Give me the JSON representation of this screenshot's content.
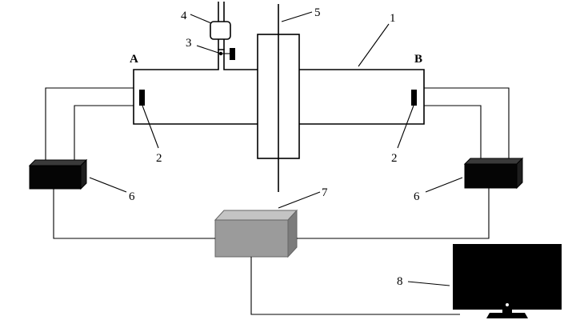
{
  "diagram": {
    "side_labels": {
      "left": "A",
      "right": "B"
    },
    "callouts": {
      "n1": "1",
      "n2_left": "2",
      "n2_right": "2",
      "n3": "3",
      "n4": "4",
      "n5": "5",
      "n6_left": "6",
      "n6_right": "6",
      "n7": "7",
      "n8": "8"
    },
    "colors": {
      "line": "#000000",
      "box_dark": "#0a0a0a",
      "box_gray": "#9b9b9b",
      "monitor": "#000000"
    }
  }
}
